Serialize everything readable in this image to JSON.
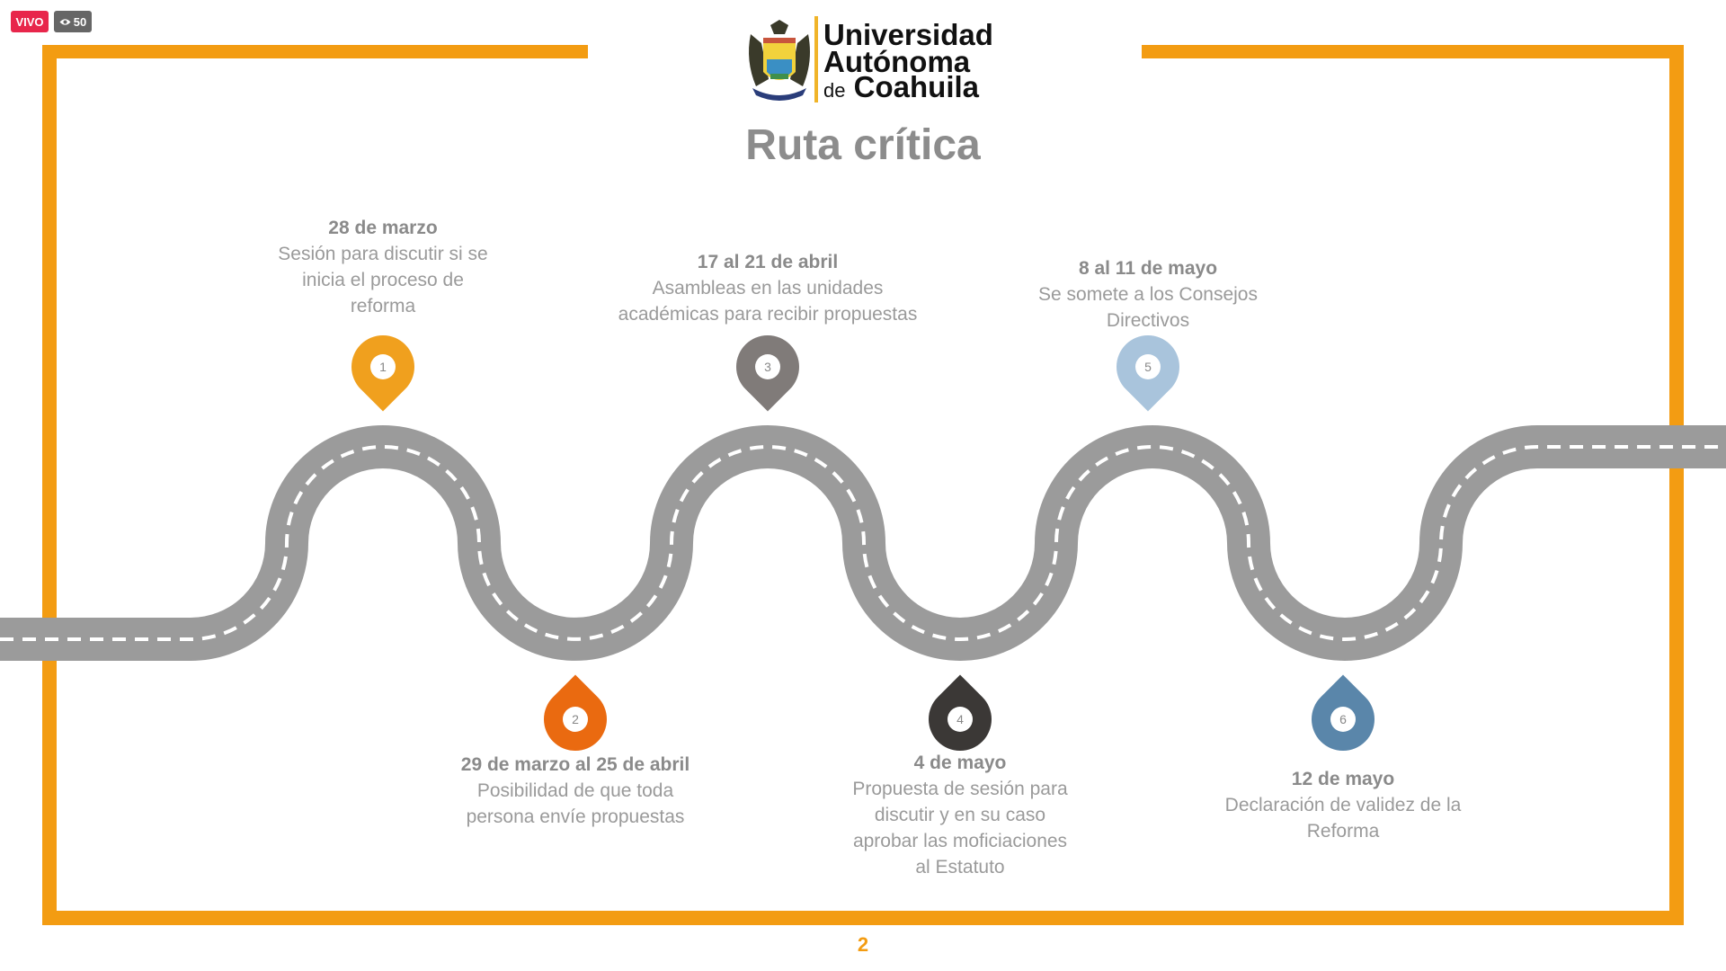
{
  "stream": {
    "live_label": "VIVO",
    "viewer_count": "50",
    "viewer_icon": "eye-icon"
  },
  "logo": {
    "line1": "Universidad",
    "line2": "Autónoma",
    "line3_small": "de",
    "line3": "Coahuila"
  },
  "title": "Ruta crítica",
  "colors": {
    "frame": "#f39c12",
    "road": "#9b9b9b"
  },
  "events": [
    {
      "num": "1",
      "date": "28 de marzo",
      "lines": [
        "Sesión para discutir si se",
        "inicia el proceso de",
        "reforma"
      ],
      "color": "#f0a01e"
    },
    {
      "num": "2",
      "date": "29 de marzo al 25 de abril",
      "lines": [
        "Posibilidad de que toda",
        "persona envíe propuestas"
      ],
      "color": "#ea6a10"
    },
    {
      "num": "3",
      "date": "17 al 21 de abril",
      "lines": [
        "Asambleas en las unidades",
        "académicas para recibir propuestas"
      ],
      "color": "#807b79"
    },
    {
      "num": "4",
      "date": "4 de mayo",
      "lines": [
        "Propuesta de sesión para",
        "discutir y en su caso",
        "aprobar las moficiaciones",
        "al Estatuto"
      ],
      "color": "#3b3836"
    },
    {
      "num": "5",
      "date": "8 al 11 de mayo",
      "lines": [
        "Se somete a los Consejos",
        "Directivos"
      ],
      "color": "#a9c4dc"
    },
    {
      "num": "6",
      "date": "12 de mayo",
      "lines": [
        "Declaración de validez de la",
        "Reforma"
      ],
      "color": "#5a86aa"
    }
  ],
  "page_number": "2"
}
